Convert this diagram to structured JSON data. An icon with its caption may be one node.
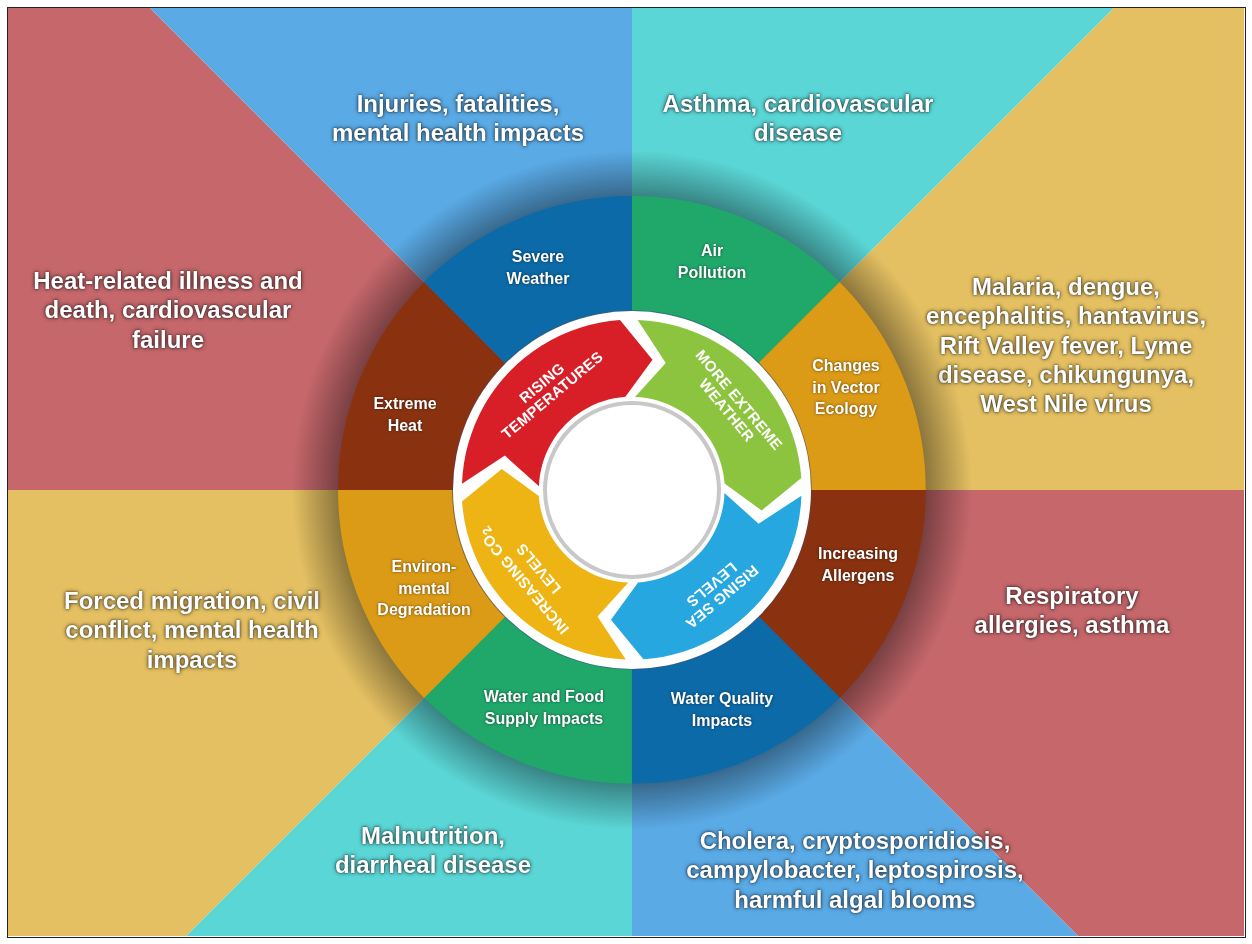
{
  "diagram": {
    "nodes": [
      {
        "text": [
          "Asthma, cardiovascular disease"
        ]
      },
      {
        "text": [
          "Malaria, dengue, encephalitis, hantavirus, Rift Valley fever, Lyme disease, chikungunya, West Nile virus"
        ]
      },
      {
        "text": [
          "Respiratory allergies, asthma"
        ]
      },
      {
        "text": [
          "Cholera, cryptosporidiosis, campylobacter, leptospirosis, harmful algal blooms"
        ]
      },
      {
        "text": [
          "Malnutrition, diarrheal disease"
        ]
      },
      {
        "text": [
          "Forced migration, civil conflict, mental health impacts"
        ]
      },
      {
        "text": [
          "Heat-related illness and death, cardiovascular failure"
        ]
      },
      {
        "text": [
          "Injuries, fatalities, mental health impacts"
        ]
      },
      {
        "text": [
          "Air Pollution"
        ]
      },
      {
        "text": [
          "Changes in Vector Ecology"
        ]
      },
      {
        "text": [
          "Increasing Allergens"
        ]
      },
      {
        "text": [
          "Water Quality Impacts"
        ]
      },
      {
        "text": [
          "Water and Food Supply Impacts"
        ]
      },
      {
        "text": [
          "Environ-mental Degradation"
        ]
      },
      {
        "text": [
          "Extreme Heat"
        ]
      },
      {
        "text": [
          "Severe Weather"
        ]
      },
      {
        "text": [
          "RISING TEMPERATURES"
        ]
      },
      {
        "text": [
          "MORE EXTREME WEATHER"
        ]
      },
      {
        "text": [
          "RISING SEA LEVELS"
        ]
      },
      {
        "text": [
          "INCREASING CO$_{2}$ LEVELS"
        ]
      }
    ]
  }
}
